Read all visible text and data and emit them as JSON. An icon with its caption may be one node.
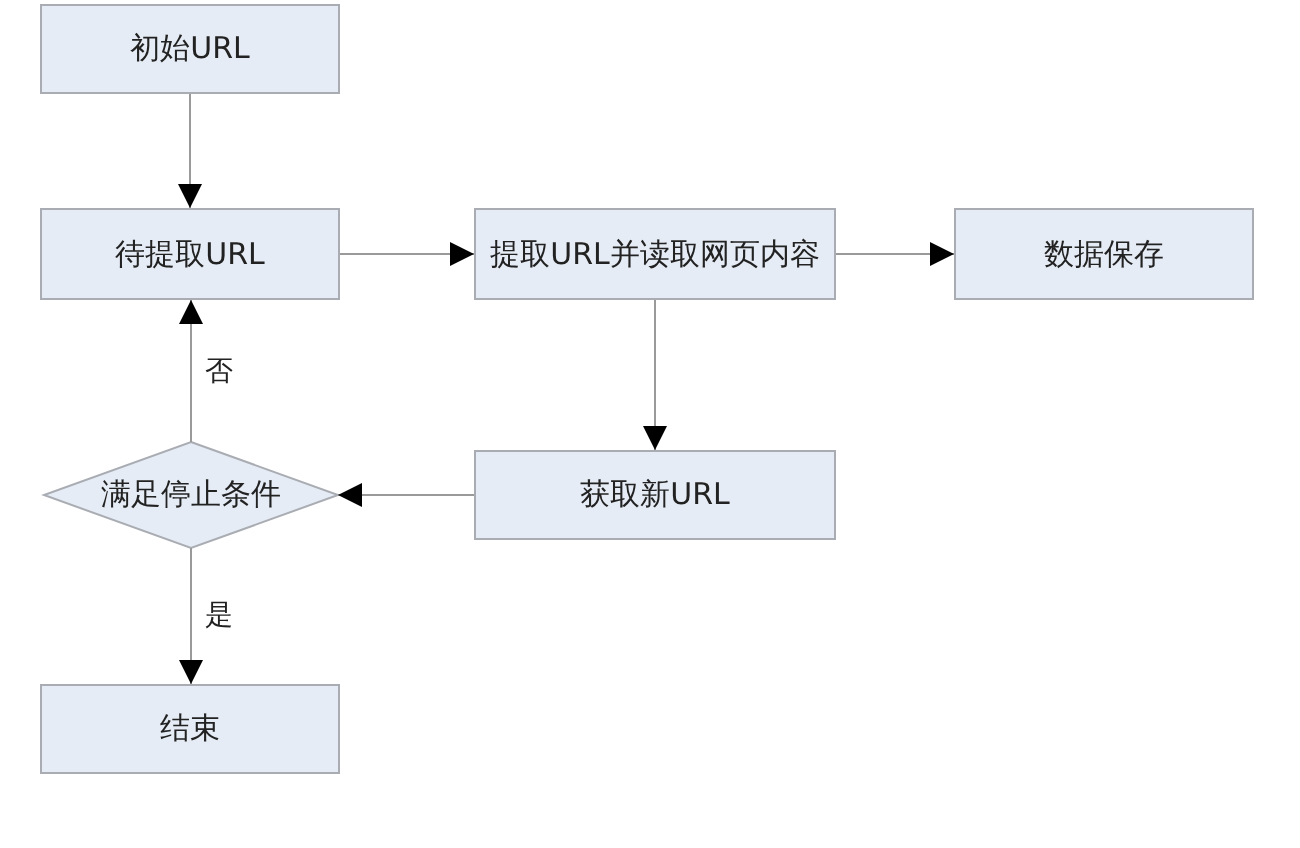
{
  "diagram": {
    "nodes": [
      {
        "text": [
          "初始URL"
        ]
      },
      {
        "text": [
          "待提取URL"
        ]
      },
      {
        "text": [
          "提取URL并读取网页内容"
        ]
      },
      {
        "text": [
          "数据保存"
        ]
      },
      {
        "text": [
          "获取新URL"
        ]
      },
      {
        "text": [
          "满足停止条件"
        ]
      },
      {
        "text": [
          "结束"
        ]
      }
    ],
    "edges": [
      {
        "from": 0,
        "to": 1,
        "arrow": "to"
      },
      {
        "from": 1,
        "to": 2,
        "arrow": "to"
      },
      {
        "from": 2,
        "to": 3,
        "arrow": "to"
      },
      {
        "from": 2,
        "to": 4,
        "arrow": "to"
      },
      {
        "from": 4,
        "to": 5,
        "arrow": "to"
      },
      {
        "from": 5,
        "to": 1,
        "arrow": "to",
        "label": "否"
      },
      {
        "from": 5,
        "to": 6,
        "arrow": "to",
        "label": "是"
      }
    ]
  }
}
